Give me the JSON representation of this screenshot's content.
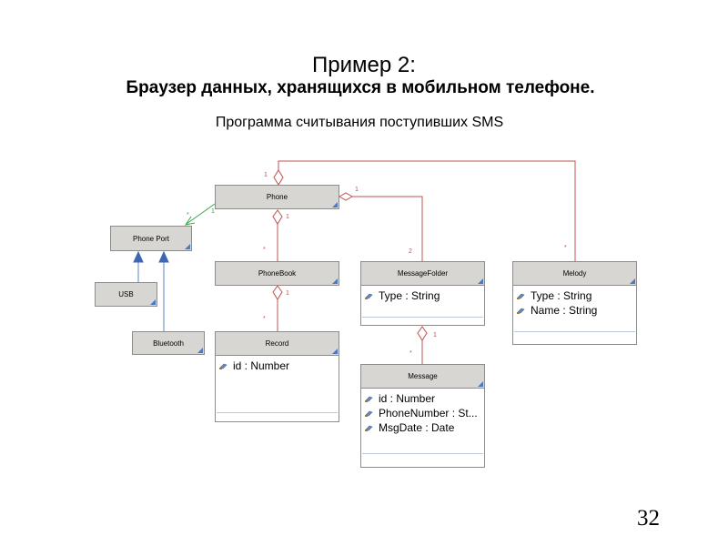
{
  "slide": {
    "title": "Пример 2:",
    "subtitle": "Браузер данных, хранящихся в мобильном телефоне.",
    "caption": "Программа считывания поступивших SMS",
    "page_number": "32"
  },
  "diagram": {
    "classes": {
      "phone": {
        "name": "Phone"
      },
      "phone_port": {
        "name": "Phone Port"
      },
      "usb": {
        "name": "USB"
      },
      "bluetooth": {
        "name": "Bluetooth"
      },
      "phonebook": {
        "name": "PhoneBook"
      },
      "record": {
        "name": "Record",
        "attributes": [
          "id : Number"
        ]
      },
      "message_folder": {
        "name": "MessageFolder",
        "attributes": [
          "Type : String"
        ]
      },
      "message": {
        "name": "Message",
        "attributes": [
          "id : Number",
          "PhoneNumber : St...",
          "MsgDate : Date"
        ]
      },
      "melody": {
        "name": "Melody",
        "attributes": [
          "Type : String",
          "Name : String"
        ]
      }
    },
    "multiplicities": {
      "phone_melody_top": "1",
      "phone_melody_bottom": "*",
      "phone_folder_top": "1",
      "phone_folder_bottom": "2",
      "phone_phonebook_top": "1",
      "phone_phonebook_bottom": "*",
      "port_phone_top": "1",
      "port_phone_bottom": "*",
      "phonebook_record_top": "1",
      "phonebook_record_bottom": "*",
      "folder_message_top": "1",
      "folder_message_bottom": "*"
    },
    "colors": {
      "association_line": "#c0504d",
      "generalization_line": "#5b85c6",
      "navigation_line": "#3aa64a",
      "header_fill": "#d8d6d2",
      "border": "#8c8c8c"
    }
  }
}
